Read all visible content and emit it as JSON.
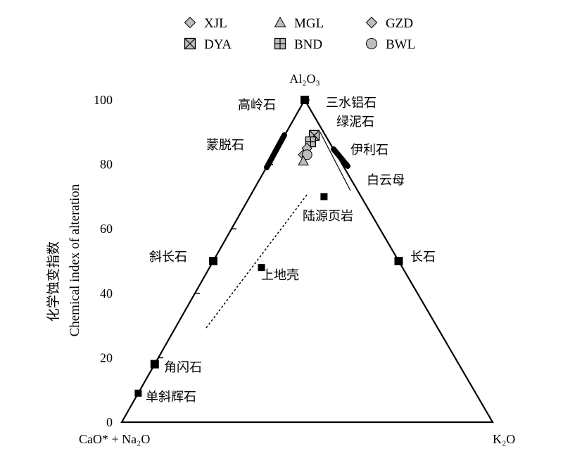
{
  "chart_data": {
    "type": "scatter",
    "subtype": "ternary-A-CN-K",
    "vertices": {
      "top": "Al₂O₃",
      "left": "CaO* + Na₂O",
      "right": "K₂O"
    },
    "ylabel_cn": "化学蚀变指数",
    "ylabel_en": "Chemical index of alteration",
    "ylim": [
      0,
      100
    ],
    "yticks": [
      "0",
      "20",
      "40",
      "60",
      "80",
      "100"
    ],
    "legend": [
      {
        "name": "XJL",
        "marker": "diamond",
        "color": "#bdbdbd"
      },
      {
        "name": "MGL",
        "marker": "triangle",
        "color": "#bdbdbd"
      },
      {
        "name": "GZD",
        "marker": "diamond",
        "color": "#bdbdbd"
      },
      {
        "name": "DYA",
        "marker": "box-x",
        "color": "#bdbdbd"
      },
      {
        "name": "BND",
        "marker": "box-plus",
        "color": "#bdbdbd"
      },
      {
        "name": "BWL",
        "marker": "circle",
        "color": "#bdbdbd"
      }
    ],
    "reference_minerals": [
      {
        "label": "高岭石",
        "cia": 100,
        "k": 0
      },
      {
        "label": "三水铝石",
        "cia": 100,
        "k": 0
      },
      {
        "label": "斜长石",
        "cia": 50,
        "k": 0
      },
      {
        "label": "长石",
        "cia": 50,
        "k": 50
      },
      {
        "label": "角闪石",
        "cia": 18,
        "k": 0
      },
      {
        "label": "单斜辉石",
        "cia": 9,
        "k": 0
      },
      {
        "label": "绿泥石",
        "cia": 89,
        "k": 1
      },
      {
        "label": "蒙脱石",
        "cia": 84,
        "k": 0
      },
      {
        "label": "伊利石",
        "cia": 84,
        "k": 16
      },
      {
        "label": "白云母",
        "cia": 82,
        "k": 18
      }
    ],
    "reference_points": [
      {
        "label": "上地壳",
        "cia": 48,
        "k": 14
      },
      {
        "label": "陆源页岩",
        "cia": 70,
        "k": 20
      }
    ],
    "samples": [
      {
        "series": "DYA",
        "cia": 89,
        "k": 8
      },
      {
        "series": "BND",
        "cia": 87,
        "k": 8
      },
      {
        "series": "GZD",
        "cia": 85,
        "k": 8
      },
      {
        "series": "XJL",
        "cia": 83,
        "k": 8
      },
      {
        "series": "BWL",
        "cia": 83,
        "k": 9
      },
      {
        "series": "MGL",
        "cia": 81,
        "k": 9
      }
    ]
  }
}
